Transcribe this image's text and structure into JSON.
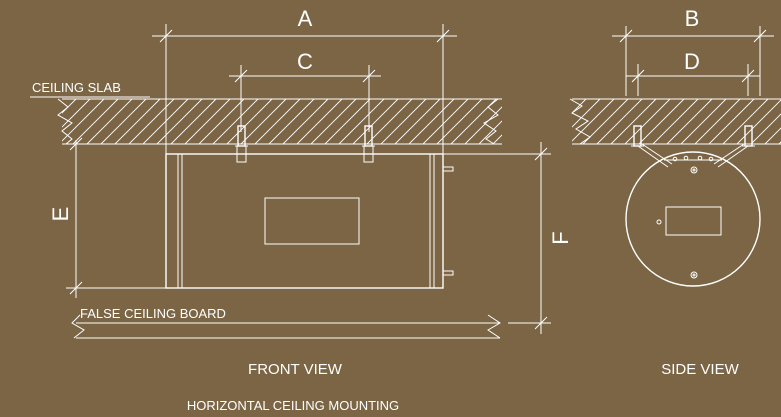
{
  "labels": {
    "dim_a": "A",
    "dim_b": "B",
    "dim_c": "C",
    "dim_d": "D",
    "dim_e": "E",
    "dim_f": "F",
    "ceiling_slab": "CEILING SLAB",
    "false_ceiling_board": "FALSE CEILING BOARD",
    "front_view": "FRONT VIEW",
    "side_view": "SIDE VIEW",
    "caption": "HORIZONTAL CEILING MOUNTING"
  },
  "colors": {
    "background": "#7b6545",
    "line": "#ffffff"
  }
}
